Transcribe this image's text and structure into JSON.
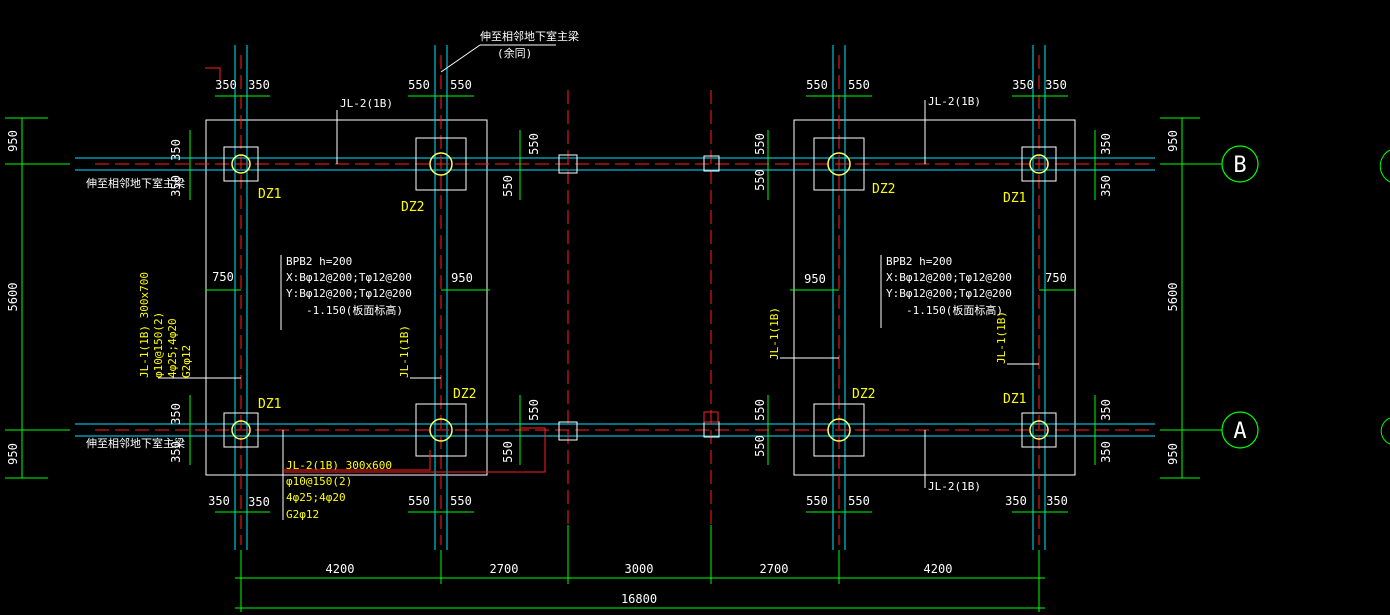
{
  "drawing": {
    "bubbles": {
      "axis_b": "B",
      "axis_a": "A"
    },
    "bottom_dims": {
      "d1": "4200",
      "d2": "2700",
      "d3": "3000",
      "d4": "2700",
      "d5": "4200",
      "total": "16800"
    },
    "left_dims": {
      "top": "950",
      "mid": "5600",
      "bottom": "950"
    },
    "right_dims": {
      "top": "950",
      "mid": "5600",
      "bottom": "950"
    },
    "col_dims": {
      "c350": "350",
      "c550": "550",
      "c750": "750",
      "c950": "950"
    },
    "columns": {
      "dz1": "DZ1",
      "dz2": "DZ2"
    },
    "beams": {
      "jl2_top_left": "JL-2(1B)",
      "jl2_top_right": "JL-2(1B)",
      "jl2_bottom_right": "JL-2(1B)",
      "jl1_mid_left": "JL-1(1B)",
      "jl1_mid_right": "JL-1(1B)",
      "jl1_right": "JL-1(1B)",
      "jl2_detail": [
        "JL-2(1B) 300x600",
        "φ10@150(2)",
        "4φ25;4φ20",
        "G2φ12"
      ],
      "jl1_detail": [
        "JL-1(1B) 300x700",
        "φ10@150(2)",
        "4φ25;4φ20",
        "G2φ12"
      ]
    },
    "slab_left": [
      "BPB2 h=200",
      "X:Bφ12@200;Tφ12@200",
      "Y:Bφ12@200;Tφ12@200",
      "-1.150(板面标高)"
    ],
    "slab_right": [
      "BPB2 h=200",
      "X:Bφ12@200;Tφ12@200",
      "Y:Bφ12@200;Tφ12@200",
      "-1.150(板面标高)"
    ],
    "notes": {
      "top_note": "伸至相邻地下室主梁",
      "top_note_sub": "(余同)",
      "left_note_b": "伸至相邻地下室主梁",
      "left_note_a": "伸至相邻地下室主梁"
    }
  }
}
